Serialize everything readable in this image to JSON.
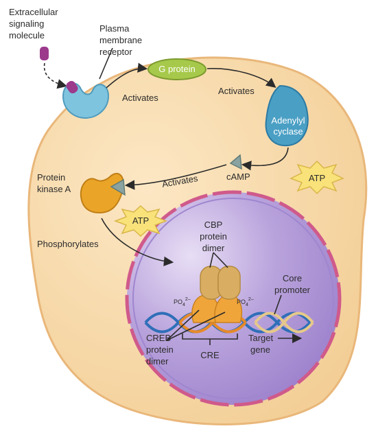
{
  "labels": {
    "signal_line1": "Extracellular",
    "signal_line2": "signaling",
    "signal_line3": "molecule",
    "receptor_line1": "Plasma",
    "receptor_line2": "membrane",
    "receptor_line3": "receptor",
    "g_protein": "G protein",
    "activates_1": "Activates",
    "activates_2": "Activates",
    "adenylyl_line1": "Adenylyl",
    "adenylyl_line2": "cyclase",
    "atp_1": "ATP",
    "camp": "cAMP",
    "activates_3": "Activates",
    "pka_line1": "Protein",
    "pka_line2": "kinase A",
    "atp_2": "ATP",
    "phosphorylates": "Phosphorylates",
    "cbp_line1": "CBP",
    "cbp_line2": "protein",
    "cbp_line3": "dimer",
    "po4_left": "PO",
    "po4_right": "PO",
    "po4_sub": "4",
    "po4_sup": "2–",
    "core_line1": "Core",
    "core_line2": "promoter",
    "creb_line1": "CREB",
    "creb_line2": "protein",
    "creb_line3": "dimer",
    "cre": "CRE",
    "target_line1": "Target",
    "target_line2": "gene"
  },
  "colors": {
    "cytoplasm": "#f7d9a8",
    "cell_outline": "#e9b77a",
    "nucleus": "#b39ad6",
    "nuclear_envelope": "#cf5a8b",
    "receptor": "#7fc4de",
    "signal": "#9c3a8c",
    "g_protein": "#a7c94b",
    "adenylyl_cyclase": "#4a9fc4",
    "camp": "#8aa3a0",
    "pka": "#eaa528",
    "atp_star": "#f9e27a",
    "cbp": "#d9ae62",
    "creb": "#f0a53a",
    "dna_blue": "#2f6fb8",
    "dna_orange": "#e58a2a",
    "dna_tan": "#e6c98a"
  }
}
